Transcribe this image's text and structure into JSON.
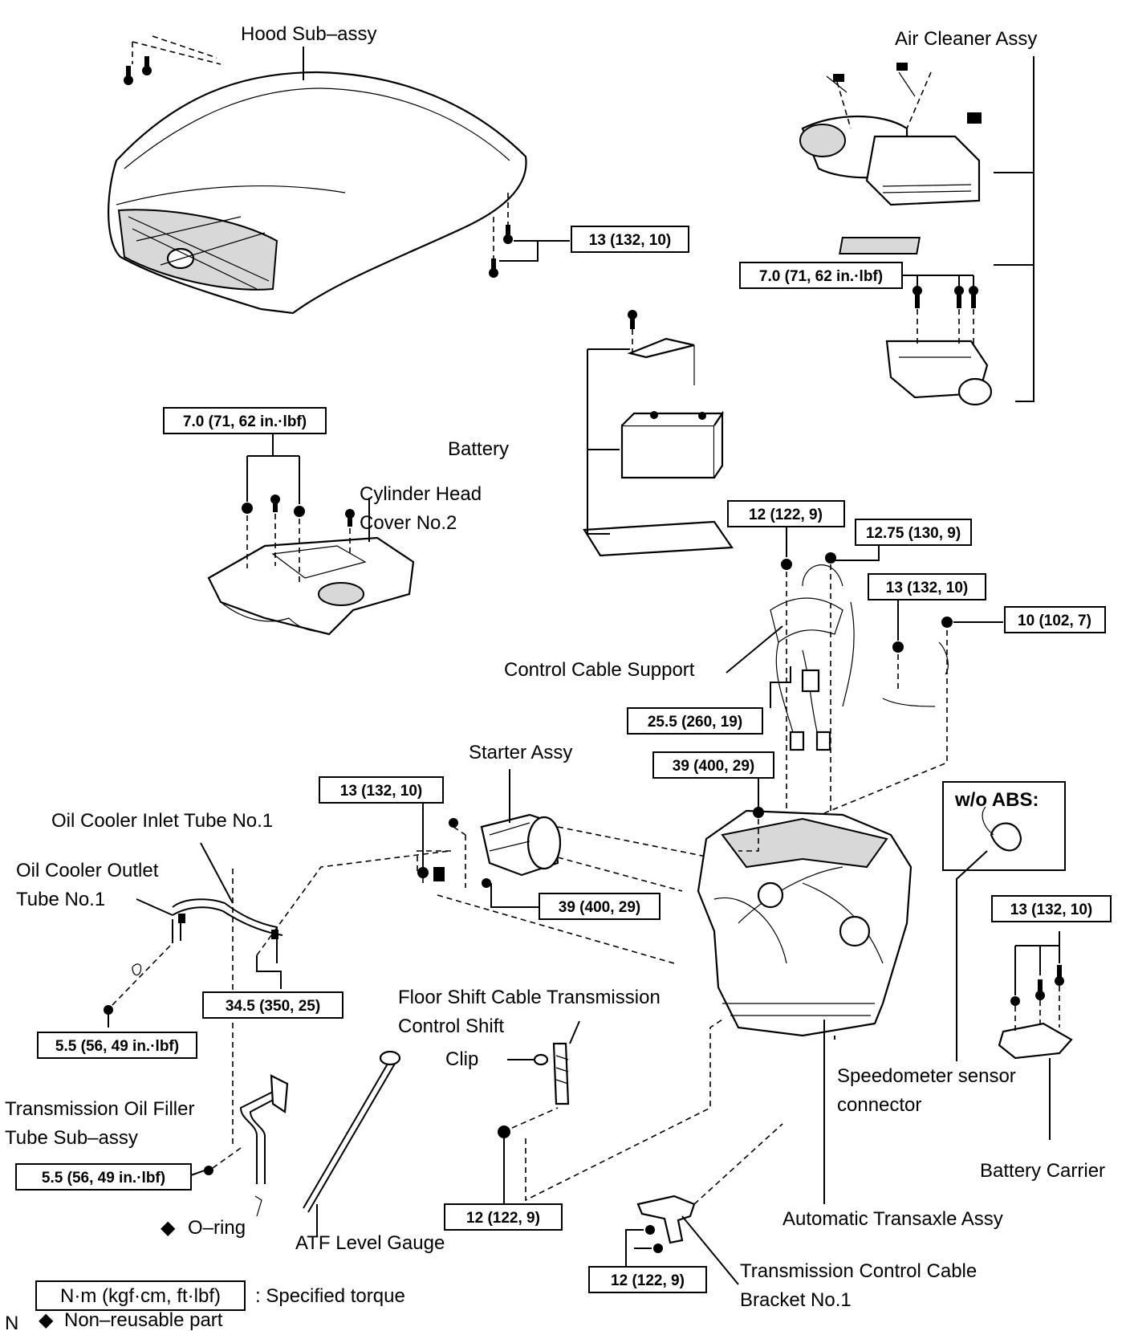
{
  "labels": {
    "hood": "Hood Sub–assy",
    "air_cleaner": "Air Cleaner Assy",
    "battery": "Battery",
    "cyl_head_1": "Cylinder Head",
    "cyl_head_2": "Cover No.2",
    "control_cable_support": "Control Cable Support",
    "starter": "Starter Assy",
    "oil_cooler_inlet": "Oil Cooler Inlet Tube No.1",
    "oil_cooler_outlet_1": "Oil Cooler Outlet",
    "oil_cooler_outlet_2": "Tube No.1",
    "wo_abs": "w/o ABS:",
    "floor_shift_1": "Floor Shift Cable Transmission",
    "floor_shift_2": "Control Shift",
    "clip": "Clip",
    "speedo_1": "Speedometer sensor",
    "speedo_2": "connector",
    "battery_carrier": "Battery Carrier",
    "filler_tube_1": "Transmission Oil Filler",
    "filler_tube_2": "Tube Sub–assy",
    "o_ring": "O–ring",
    "atf_gauge": "ATF Level Gauge",
    "auto_transaxle": "Automatic Transaxle Assy",
    "tcc_bracket_1": "Transmission Control Cable",
    "tcc_bracket_2": "Bracket No.1"
  },
  "torques": {
    "hood": "13 (132, 10)",
    "air_cleaner": "7.0 (71, 62 in.·lbf)",
    "cyl_head": "7.0 (71, 62 in.·lbf)",
    "ccs_12": "12 (122, 9)",
    "ccs_1275": "12.75 (130, 9)",
    "ccs_13": "13 (132, 10)",
    "ccs_10": "10 (102, 7)",
    "ccs_255": "25.5 (260, 19)",
    "trans_39": "39 (400, 29)",
    "starter_13": "13 (132, 10)",
    "starter_39": "39 (400, 29)",
    "cooler_345": "34.5 (350, 25)",
    "cooler_55": "5.5 (56, 49 in.·lbf)",
    "filler_55": "5.5 (56, 49 in.·lbf)",
    "carrier_13": "13 (132, 10)",
    "shift_12": "12 (122, 9)",
    "bracket_12": "12 (122, 9)"
  },
  "legend": {
    "unit_box": "N·m (kgf·cm, ft·lbf)",
    "unit_text": ": Specified torque",
    "diamond": "◆",
    "nonreusable": "Non–reusable part",
    "corner_mark": "N"
  }
}
